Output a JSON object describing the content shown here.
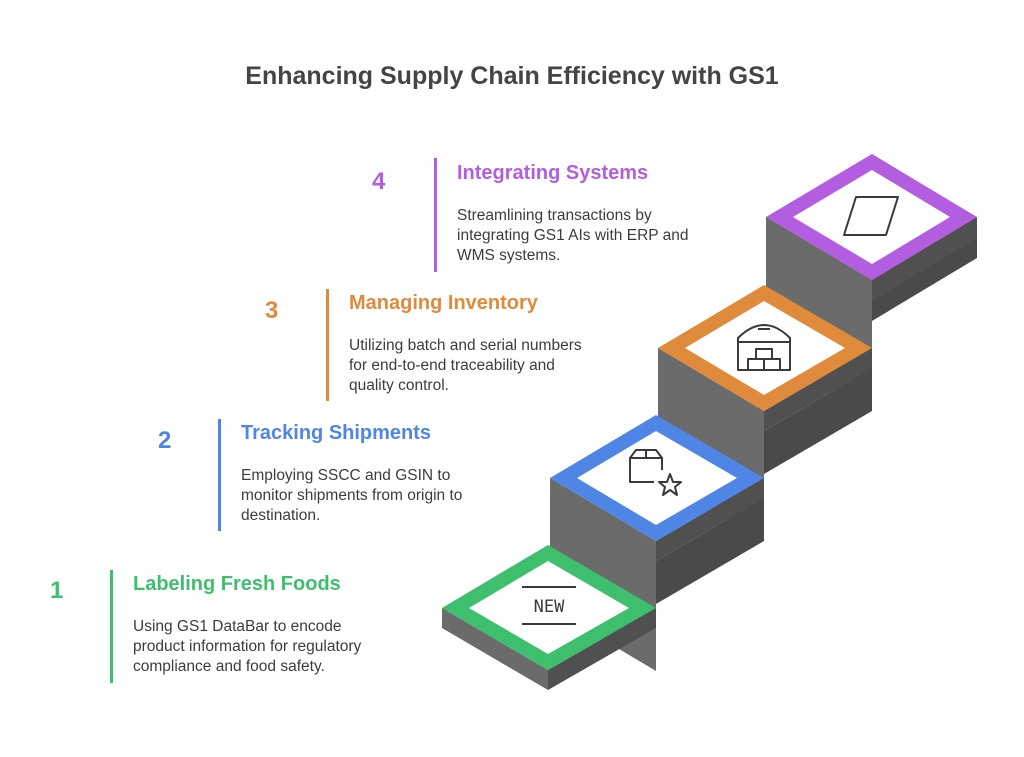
{
  "title": "Enhancing Supply Chain Efficiency with GS1",
  "steps": [
    {
      "number": "1",
      "heading": "Labeling Fresh Foods",
      "description": [
        "Using GS1 DataBar to encode",
        "product information for regulatory",
        "compliance and food safety."
      ],
      "color": "#3dbf6e",
      "icon": "new-label-icon",
      "icon_text": "NEW"
    },
    {
      "number": "2",
      "heading": "Tracking Shipments",
      "description": [
        "Employing SSCC and GSIN to",
        "monitor shipments from origin to",
        "destination."
      ],
      "color": "#4f86e6",
      "icon": "box-star-icon"
    },
    {
      "number": "3",
      "heading": "Managing Inventory",
      "description": [
        "Utilizing batch and serial numbers",
        "for end-to-end traceability and",
        "quality control."
      ],
      "color": "#e08a3c",
      "icon": "warehouse-icon"
    },
    {
      "number": "4",
      "heading": "Integrating Systems",
      "description": [
        "Streamlining transactions by",
        "integrating GS1 AIs with ERP and",
        "WMS systems."
      ],
      "color": "#b35ee0",
      "icon": "parallelogram-icon"
    }
  ]
}
